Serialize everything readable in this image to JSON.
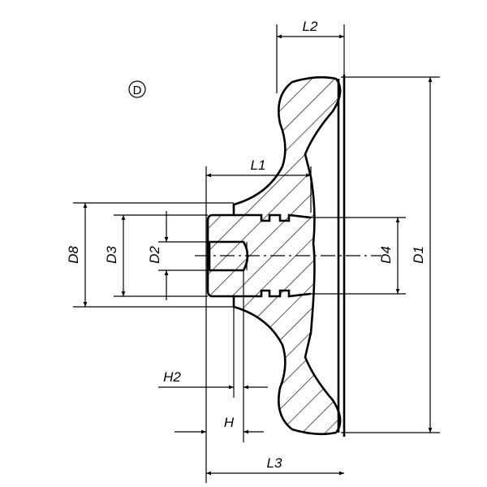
{
  "view_marker": "D",
  "dimensions": {
    "L1": "L1",
    "L2": "L2",
    "L3": "L3",
    "D1": "D1",
    "D2": "D2",
    "D3": "D3",
    "D4": "D4",
    "D8": "D8",
    "H": "H",
    "H2": "H2"
  }
}
